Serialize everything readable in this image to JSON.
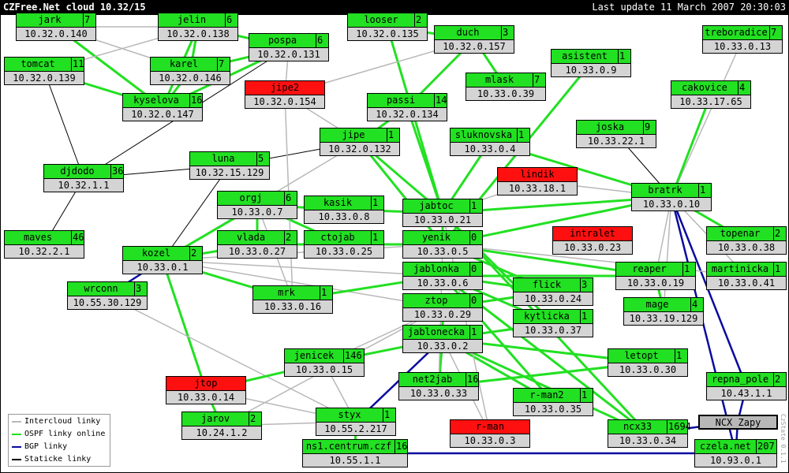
{
  "header": {
    "title": "CZFree.Net cloud 10.32/15",
    "updated": "Last update 11 March 2007 20:30:03"
  },
  "legend": [
    {
      "label": "Intercloud linky",
      "color": "#b8b8b8"
    },
    {
      "label": "OSPF linky online",
      "color": "#22e022"
    },
    {
      "label": "BGP linky",
      "color": "#0a0aa0"
    },
    {
      "label": "Staticke linky",
      "color": "#000000"
    }
  ],
  "credit": "CzState 0.1.1",
  "colors": {
    "online": "#22e022",
    "offline": "#ff1010",
    "bgp": "#0a0aa0",
    "intercloud": "#b8b8b8",
    "static": "#000000"
  },
  "nodes": {
    "jark": {
      "name": "jark",
      "count": "7",
      "ip": "10.32.0.140",
      "status": "online"
    },
    "jelin": {
      "name": "jelin",
      "count": "6",
      "ip": "10.32.0.138",
      "status": "online"
    },
    "looser": {
      "name": "looser",
      "count": "2",
      "ip": "10.32.0.135",
      "status": "online"
    },
    "duch": {
      "name": "duch",
      "count": "3",
      "ip": "10.32.0.157",
      "status": "online"
    },
    "treboradice": {
      "name": "treboradice",
      "count": "7",
      "ip": "10.33.0.13",
      "status": "online"
    },
    "pospa": {
      "name": "pospa",
      "count": "6",
      "ip": "10.32.0.131",
      "status": "online"
    },
    "tomcat": {
      "name": "tomcat",
      "count": "11",
      "ip": "10.32.0.139",
      "status": "online"
    },
    "karel": {
      "name": "karel",
      "count": "7",
      "ip": "10.32.0.146",
      "status": "online"
    },
    "asistent": {
      "name": "asistent",
      "count": "1",
      "ip": "10.33.0.9",
      "status": "online"
    },
    "mlask": {
      "name": "mlask",
      "count": "7",
      "ip": "10.33.0.39",
      "status": "online"
    },
    "jipe2": {
      "name": "jipe2",
      "count": "",
      "ip": "10.32.0.154",
      "status": "offline"
    },
    "cakovice": {
      "name": "cakovice",
      "count": "4",
      "ip": "10.33.17.65",
      "status": "online"
    },
    "kyselova": {
      "name": "kyselova",
      "count": "16",
      "ip": "10.32.0.147",
      "status": "online"
    },
    "passi": {
      "name": "passi",
      "count": "14",
      "ip": "10.32.0.134",
      "status": "online"
    },
    "joska": {
      "name": "joska",
      "count": "9",
      "ip": "10.33.22.1",
      "status": "online"
    },
    "jipe": {
      "name": "jipe",
      "count": "1",
      "ip": "10.32.0.132",
      "status": "online"
    },
    "sluknovska": {
      "name": "sluknovska",
      "count": "1",
      "ip": "10.33.0.4",
      "status": "online"
    },
    "luna": {
      "name": "luna",
      "count": "5",
      "ip": "10.32.15.129",
      "status": "online"
    },
    "djdodo": {
      "name": "djdodo",
      "count": "36",
      "ip": "10.32.1.1",
      "status": "online"
    },
    "lindik": {
      "name": "lindik",
      "count": "",
      "ip": "10.33.18.1",
      "status": "offline"
    },
    "bratrk": {
      "name": "bratrk",
      "count": "1",
      "ip": "10.33.0.10",
      "status": "online"
    },
    "orgj": {
      "name": "orgj",
      "count": "6",
      "ip": "10.33.0.7",
      "status": "online"
    },
    "kasik": {
      "name": "kasik",
      "count": "1",
      "ip": "10.33.0.8",
      "status": "online"
    },
    "jabtoc": {
      "name": "jabtoc",
      "count": "1",
      "ip": "10.33.0.21",
      "status": "online"
    },
    "intralet": {
      "name": "intralet",
      "count": "",
      "ip": "10.33.0.23",
      "status": "offline"
    },
    "topenar": {
      "name": "topenar",
      "count": "2",
      "ip": "10.33.0.38",
      "status": "online"
    },
    "maves": {
      "name": "maves",
      "count": "46",
      "ip": "10.32.2.1",
      "status": "online"
    },
    "vlada": {
      "name": "vlada",
      "count": "2",
      "ip": "10.33.0.27",
      "status": "online"
    },
    "ctojab": {
      "name": "ctojab",
      "count": "1",
      "ip": "10.33.0.25",
      "status": "online"
    },
    "yenik": {
      "name": "yenik",
      "count": "0",
      "ip": "10.33.0.5",
      "status": "online"
    },
    "kozel": {
      "name": "kozel",
      "count": "2",
      "ip": "10.33.0.1",
      "status": "online"
    },
    "jablonka": {
      "name": "jablonka",
      "count": "0",
      "ip": "10.33.0.6",
      "status": "online"
    },
    "reaper": {
      "name": "reaper",
      "count": "1",
      "ip": "10.33.0.19",
      "status": "online"
    },
    "martinicka": {
      "name": "martinicka",
      "count": "1",
      "ip": "10.33.0.41",
      "status": "online"
    },
    "wrconn": {
      "name": "wrconn",
      "count": "3",
      "ip": "10.55.30.129",
      "status": "online"
    },
    "flick": {
      "name": "flick",
      "count": "3",
      "ip": "10.33.0.24",
      "status": "online"
    },
    "mrk": {
      "name": "mrk",
      "count": "1",
      "ip": "10.33.0.16",
      "status": "online"
    },
    "ztop": {
      "name": "ztop",
      "count": "0",
      "ip": "10.33.0.29",
      "status": "online"
    },
    "mage": {
      "name": "mage",
      "count": "4",
      "ip": "10.33.19.129",
      "status": "online"
    },
    "kytlicka": {
      "name": "kytlicka",
      "count": "1",
      "ip": "10.33.0.37",
      "status": "online"
    },
    "jablonecka": {
      "name": "jablonecka",
      "count": "1",
      "ip": "10.33.0.2",
      "status": "online"
    },
    "jenicek": {
      "name": "jenicek",
      "count": "146",
      "ip": "10.33.0.15",
      "status": "online"
    },
    "letopt": {
      "name": "letopt",
      "count": "1",
      "ip": "10.33.0.30",
      "status": "online"
    },
    "jtop": {
      "name": "jtop",
      "count": "",
      "ip": "10.33.0.14",
      "status": "offline"
    },
    "net2jab": {
      "name": "net2jab",
      "count": "16",
      "ip": "10.33.0.33",
      "status": "online"
    },
    "repna_pole": {
      "name": "repna_pole",
      "count": "2",
      "ip": "10.43.1.1",
      "status": "online"
    },
    "rman2": {
      "name": "r-man2",
      "count": "1",
      "ip": "10.33.0.35",
      "status": "online"
    },
    "jarov": {
      "name": "jarov",
      "count": "2",
      "ip": "10.24.1.2",
      "status": "online"
    },
    "styx": {
      "name": "styx",
      "count": "1",
      "ip": "10.55.2.217",
      "status": "online"
    },
    "rman": {
      "name": "r-man",
      "count": "",
      "ip": "10.33.0.3",
      "status": "offline"
    },
    "ncx33": {
      "name": "ncx33",
      "count": "1694",
      "ip": "10.33.0.34",
      "status": "online"
    },
    "ns1": {
      "name": "ns1.centrum.czf",
      "count": "16",
      "ip": "10.55.1.1",
      "status": "online"
    },
    "czela": {
      "name": "czela.net",
      "count": "207",
      "ip": "10.93.0.1",
      "status": "online"
    }
  },
  "ncx": {
    "label": "NCX Zapy"
  },
  "links": [
    {
      "a": "jark",
      "b": "kyselova",
      "type": "ospf"
    },
    {
      "a": "jark",
      "b": "karel",
      "type": "intercloud"
    },
    {
      "a": "jelin",
      "b": "kyselova",
      "type": "ospf"
    },
    {
      "a": "jelin",
      "b": "pospa",
      "type": "ospf"
    },
    {
      "a": "jelin",
      "b": "karel",
      "type": "ospf"
    },
    {
      "a": "jelin",
      "b": "jark",
      "type": "intercloud"
    },
    {
      "a": "jelin",
      "b": "tomcat",
      "type": "intercloud"
    },
    {
      "a": "tomcat",
      "b": "kyselova",
      "type": "ospf"
    },
    {
      "a": "tomcat",
      "b": "djdodo",
      "type": "static"
    },
    {
      "a": "karel",
      "b": "kyselova",
      "type": "ospf"
    },
    {
      "a": "karel",
      "b": "pospa",
      "type": "ospf"
    },
    {
      "a": "kyselova",
      "b": "pospa",
      "type": "ospf"
    },
    {
      "a": "pospa",
      "b": "djdodo",
      "type": "static"
    },
    {
      "a": "pospa",
      "b": "jipe2",
      "type": "intercloud"
    },
    {
      "a": "looser",
      "b": "jabtoc",
      "type": "ospf"
    },
    {
      "a": "looser",
      "b": "duch",
      "type": "ospf"
    },
    {
      "a": "duch",
      "b": "mlask",
      "type": "ospf"
    },
    {
      "a": "duch",
      "b": "passi",
      "type": "ospf"
    },
    {
      "a": "duch",
      "b": "jipe2",
      "type": "intercloud"
    },
    {
      "a": "passi",
      "b": "jipe",
      "type": "ospf"
    },
    {
      "a": "passi",
      "b": "jabtoc",
      "type": "ospf"
    },
    {
      "a": "jipe2",
      "b": "jipe",
      "type": "intercloud"
    },
    {
      "a": "jipe",
      "b": "luna",
      "type": "static"
    },
    {
      "a": "jipe",
      "b": "jabtoc",
      "type": "ospf"
    },
    {
      "a": "jipe",
      "b": "yenik",
      "type": "ospf"
    },
    {
      "a": "jipe",
      "b": "kozel",
      "type": "intercloud"
    },
    {
      "a": "luna",
      "b": "djdodo",
      "type": "static"
    },
    {
      "a": "luna",
      "b": "kozel",
      "type": "static"
    },
    {
      "a": "djdodo",
      "b": "maves",
      "type": "static"
    },
    {
      "a": "asistent",
      "b": "yenik",
      "type": "ospf"
    },
    {
      "a": "sluknovska",
      "b": "bratrk",
      "type": "ospf"
    },
    {
      "a": "sluknovska",
      "b": "jabtoc",
      "type": "ospf"
    },
    {
      "a": "treboradice",
      "b": "bratrk",
      "type": "intercloud"
    },
    {
      "a": "cakovice",
      "b": "bratrk",
      "type": "ospf"
    },
    {
      "a": "joska",
      "b": "bratrk",
      "type": "static"
    },
    {
      "a": "lindik",
      "b": "bratrk",
      "type": "intercloud"
    },
    {
      "a": "bratrk",
      "b": "yenik",
      "type": "ospf"
    },
    {
      "a": "bratrk",
      "b": "jabtoc",
      "type": "ospf"
    },
    {
      "a": "bratrk",
      "b": "topenar",
      "type": "ospf"
    },
    {
      "a": "bratrk",
      "b": "martinicka",
      "type": "intercloud"
    },
    {
      "a": "bratrk",
      "b": "reaper",
      "type": "intercloud"
    },
    {
      "a": "bratrk",
      "b": "mage",
      "type": "intercloud"
    },
    {
      "a": "bratrk",
      "b": "repna_pole",
      "type": "bgp"
    },
    {
      "a": "bratrk",
      "b": "czela",
      "type": "bgp"
    },
    {
      "a": "orgj",
      "b": "kasik",
      "type": "ospf"
    },
    {
      "a": "orgj",
      "b": "vlada",
      "type": "ospf"
    },
    {
      "a": "orgj",
      "b": "kozel",
      "type": "ospf"
    },
    {
      "a": "orgj",
      "b": "mrk",
      "type": "intercloud"
    },
    {
      "a": "kasik",
      "b": "jabtoc",
      "type": "ospf"
    },
    {
      "a": "vlada",
      "b": "ctojab",
      "type": "ospf"
    },
    {
      "a": "vlada",
      "b": "kozel",
      "type": "ospf"
    },
    {
      "a": "ctojab",
      "b": "yenik",
      "type": "ospf"
    },
    {
      "a": "ctojab",
      "b": "orgj",
      "type": "ospf"
    },
    {
      "a": "yenik",
      "b": "jabtoc",
      "type": "ospf"
    },
    {
      "a": "yenik",
      "b": "reaper",
      "type": "ospf"
    },
    {
      "a": "yenik",
      "b": "flick",
      "type": "ospf"
    },
    {
      "a": "yenik",
      "b": "martinicka",
      "type": "intercloud"
    },
    {
      "a": "yenik",
      "b": "kozel",
      "type": "intercloud"
    },
    {
      "a": "kozel",
      "b": "jablonka",
      "type": "intercloud"
    },
    {
      "a": "kozel",
      "b": "mrk",
      "type": "ospf"
    },
    {
      "a": "kozel",
      "b": "wrconn",
      "type": "bgp"
    },
    {
      "a": "kozel",
      "b": "jtop",
      "type": "ospf"
    },
    {
      "a": "kozel",
      "b": "ztop",
      "type": "intercloud"
    },
    {
      "a": "wrconn",
      "b": "styx",
      "type": "intercloud"
    },
    {
      "a": "mrk",
      "b": "jablonka",
      "type": "ospf"
    },
    {
      "a": "jablonka",
      "b": "flick",
      "type": "ospf"
    },
    {
      "a": "jablonka",
      "b": "kytlicka",
      "type": "ospf"
    },
    {
      "a": "jablonka",
      "b": "reaper",
      "type": "ospf"
    },
    {
      "a": "jablonka",
      "b": "rman2",
      "type": "ospf"
    },
    {
      "a": "jablonka",
      "b": "ncx33",
      "type": "ospf"
    },
    {
      "a": "ztop",
      "b": "flick",
      "type": "ospf"
    },
    {
      "a": "ztop",
      "b": "jablonecka",
      "type": "ospf"
    },
    {
      "a": "ztop",
      "b": "jenicek",
      "type": "intercloud"
    },
    {
      "a": "ztop",
      "b": "jarov",
      "type": "intercloud"
    },
    {
      "a": "jablonecka",
      "b": "letopt",
      "type": "ospf"
    },
    {
      "a": "jablonecka",
      "b": "net2jab",
      "type": "ospf"
    },
    {
      "a": "jablonecka",
      "b": "rman2",
      "type": "ospf"
    },
    {
      "a": "jablonecka",
      "b": "jenicek",
      "type": "ospf"
    },
    {
      "a": "jablonecka",
      "b": "styx",
      "type": "bgp"
    },
    {
      "a": "jablonecka",
      "b": "ncx33",
      "type": "ospf"
    },
    {
      "a": "jablonecka",
      "b": "kytlicka",
      "type": "ospf"
    },
    {
      "a": "jablonecka",
      "b": "rman",
      "type": "intercloud"
    },
    {
      "a": "jenicek",
      "b": "jtop",
      "type": "ospf"
    },
    {
      "a": "jenicek",
      "b": "styx",
      "type": "intercloud"
    },
    {
      "a": "jtop",
      "b": "jarov",
      "type": "ospf"
    },
    {
      "a": "jtop",
      "b": "styx",
      "type": "intercloud"
    },
    {
      "a": "net2jab",
      "b": "letopt",
      "type": "ospf"
    },
    {
      "a": "jabtoc",
      "b": "kytlicka",
      "type": "ospf"
    },
    {
      "a": "jabtoc",
      "b": "ncx33",
      "type": "ospf"
    },
    {
      "a": "jabtoc",
      "b": "rman",
      "type": "intercloud"
    },
    {
      "a": "yenik",
      "b": "net2jab",
      "type": "intercloud"
    },
    {
      "a": "styx",
      "b": "ns1",
      "type": "ospf"
    },
    {
      "a": "jarov",
      "b": "styx",
      "type": "intercloud"
    },
    {
      "a": "ns1",
      "b": "czela",
      "type": "bgp"
    },
    {
      "a": "ncx33",
      "b": "ncx",
      "type": "bgp"
    },
    {
      "a": "czela",
      "b": "ncx",
      "type": "bgp"
    },
    {
      "a": "repna_pole",
      "b": "ncx",
      "type": "bgp"
    },
    {
      "a": "mage",
      "b": "reaper",
      "type": "ospf"
    },
    {
      "a": "lindik",
      "b": "jabtoc",
      "type": "intercloud"
    },
    {
      "a": "jipe2",
      "b": "mrk",
      "type": "intercloud"
    }
  ]
}
